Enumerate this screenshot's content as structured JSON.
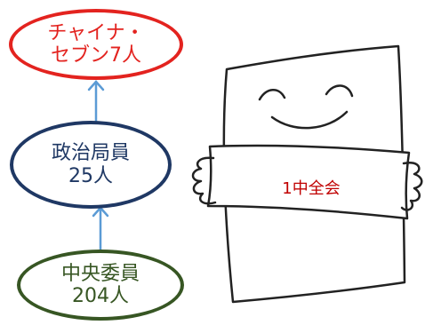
{
  "nodes": {
    "top": {
      "line1": "チャイナ・",
      "line2": "セブン7人",
      "color": "#e3231f"
    },
    "middle": {
      "line1": "政治局員",
      "line2": "25人",
      "color": "#1f3864"
    },
    "bottom": {
      "line1": "中央委員",
      "line2": "204人",
      "color": "#375623"
    }
  },
  "arrow_color": "#5b9bd5",
  "character": {
    "sign_text": "1中全会",
    "sign_color": "#c00000"
  }
}
